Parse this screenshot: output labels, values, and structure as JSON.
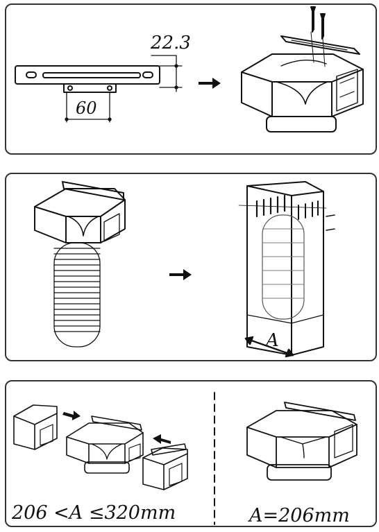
{
  "panels": [
    {
      "id": "bracket-mounting-step",
      "labels": {
        "height_dimension": "22.3",
        "width_dimension": "60"
      }
    },
    {
      "id": "duct-cover-step",
      "labels": {
        "width_variable": "A"
      }
    },
    {
      "id": "width-options-step",
      "labels": {
        "adjustable_range": "206 <A ≤320mm",
        "fixed_width": "A=206mm"
      }
    }
  ],
  "icons": [
    "bracket-icon",
    "screw-icon",
    "arrow-right-icon",
    "arrow-left-icon",
    "adapter-icon",
    "flexible-hose-icon",
    "cover-icon"
  ]
}
